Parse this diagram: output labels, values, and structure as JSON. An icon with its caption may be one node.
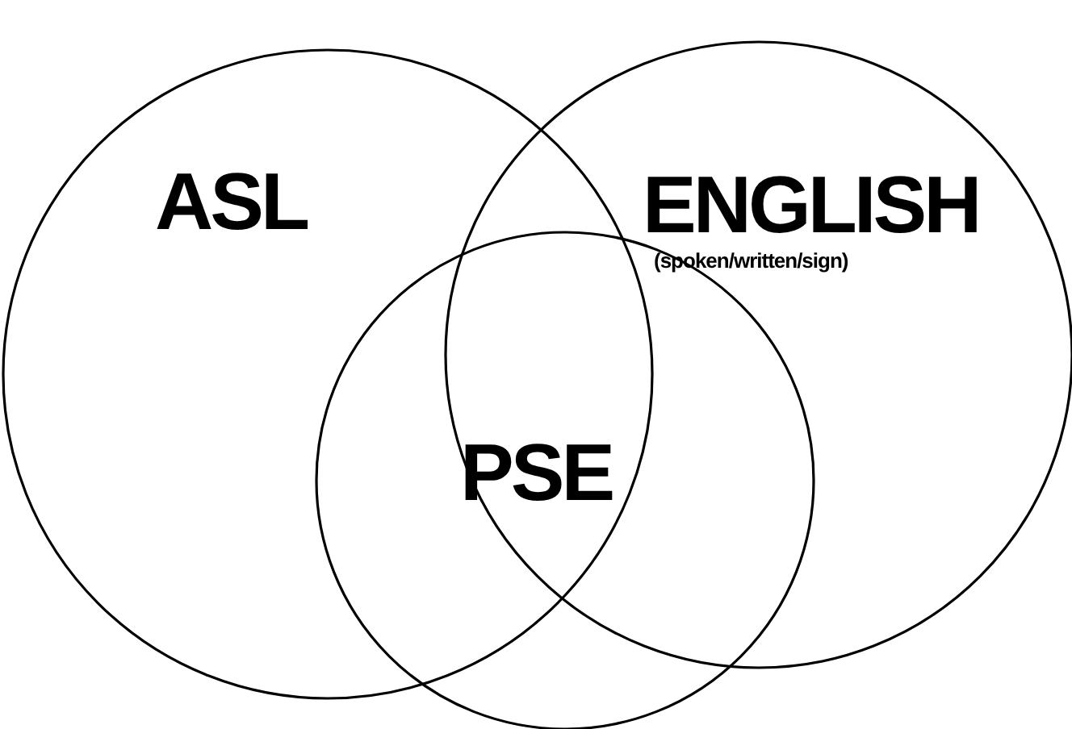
{
  "diagram": {
    "nodes": [
      {
        "text": [
          "ASL"
        ]
      },
      {
        "text": [
          "ENGLISH",
          "(spoken/written/sign)"
        ]
      },
      {
        "text": [
          "PSE"
        ]
      }
    ]
  }
}
